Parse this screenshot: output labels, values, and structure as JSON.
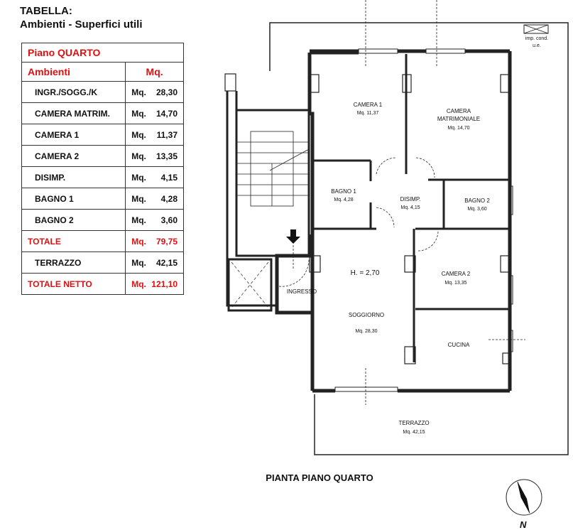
{
  "header": {
    "line1": "TABELLA:",
    "line2": "Ambienti - Superfici utili"
  },
  "table": {
    "floor": "Piano QUARTO",
    "col_rooms": "Ambienti",
    "col_area": "Mq.",
    "rows": [
      {
        "room": "INGR./SOGG./K",
        "unit": "Mq.",
        "area": "28,30"
      },
      {
        "room": "CAMERA MATRIM.",
        "unit": "Mq.",
        "area": "14,70"
      },
      {
        "room": "CAMERA 1",
        "unit": "Mq.",
        "area": "11,37"
      },
      {
        "room": "CAMERA 2",
        "unit": "Mq.",
        "area": "13,35"
      },
      {
        "room": "DISIMP.",
        "unit": "Mq.",
        "area": "4,15"
      },
      {
        "room": "BAGNO 1",
        "unit": "Mq.",
        "area": "4,28"
      },
      {
        "room": "BAGNO 2",
        "unit": "Mq.",
        "area": "3,60"
      }
    ],
    "total": {
      "label": "TOTALE",
      "unit": "Mq.",
      "area": "79,75"
    },
    "terrace": {
      "room": "TERRAZZO",
      "unit": "Mq.",
      "area": "42,15"
    },
    "net_total": {
      "label": "TOTALE NETTO",
      "unit": "Mq.",
      "area": "121,10"
    }
  },
  "plan": {
    "title": "PIANTA PIANO QUARTO",
    "imp_label_1": "imp. cond.",
    "imp_label_2": "u.e.",
    "height_label": "H. = 2,70",
    "entrance": "INGRESSO",
    "north": "N",
    "rooms": {
      "camera1": {
        "name": "CAMERA 1",
        "area": "Mq. 11,37"
      },
      "matrimoniale": {
        "name1": "CAMERA",
        "name2": "MATRIMONIALE",
        "area": "Mq. 14,70"
      },
      "bagno1": {
        "name": "BAGNO 1",
        "area": "Mq. 4,28"
      },
      "disimp": {
        "name": "DISIMP.",
        "area": "Mq. 4,15"
      },
      "bagno2": {
        "name": "BAGNO 2",
        "area": "Mq. 3,60"
      },
      "camera2": {
        "name": "CAMERA 2",
        "area": "Mq. 13,35"
      },
      "soggiorno": {
        "name": "SOGGIORNO",
        "area": "Mq. 28,30"
      },
      "cucina": {
        "name": "CUCINA"
      },
      "terrazzo": {
        "name": "TERRAZZO",
        "area": "Mq. 42,15"
      }
    }
  }
}
